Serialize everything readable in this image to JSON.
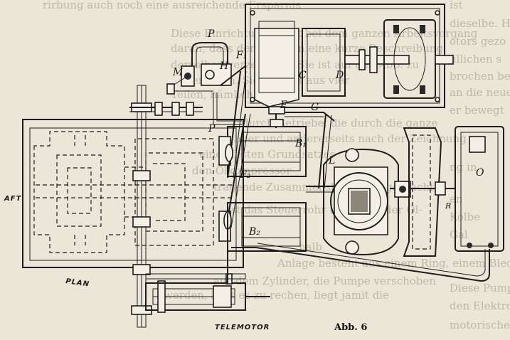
{
  "figure": {
    "caption": "Abb. 6",
    "words": {
      "aft": "AFT",
      "plan": "PLAN",
      "telemotor": "TELEMOTOR"
    },
    "labels": {
      "C": "C",
      "D": "D",
      "E": "E",
      "F1": "F₁",
      "F2": "F₂",
      "G": "G",
      "H": "H",
      "L": "L",
      "M": "M",
      "O": "O",
      "P_top": "P",
      "P_mid": "P",
      "R": "R",
      "B1": "B₁",
      "B2": "B₂"
    }
  },
  "background_text": [
    "rirbung auch noch eine ausreichende Ersparnis",
    "Diese Einrichtung spielt bei dem ganzen Arbeitsvorgang",
    "daran, dass der Motor in eine kurze Beschreibung",
    "derselben verzeichnet. Sie ist auf den Abb. zu",
    "ersehen. Sie besteht aus vier",
    "Teilen, nämlich",
    "durch Getriebe, die durch die ganze",
    "aber und andererseits nach der Zeichnung",
    "eines festen Grundsatzes",
    "den Ölkompressor",
    "tragende Zusammenstellung angebracht",
    "ist das Steuerrohr innerhalb der Öl-",
    "halb",
    "Anlage besteht aus einem Ring, einem Blech",
    "aus dem Zylinder, die Pumpe verschoben",
    "werden, liegt es zu rechen, liegt jamit die"
  ],
  "right_margin_text": [
    "ist",
    "dieselbe. Ha",
    "otors gezo",
    "üllichen s",
    "brochen be",
    "an die neue A",
    "er bewegt",
    "ng in",
    "en",
    "Kolbe",
    "Gal",
    "Diese Pumpe",
    "den Elektro-",
    "motorischen. L ist"
  ]
}
